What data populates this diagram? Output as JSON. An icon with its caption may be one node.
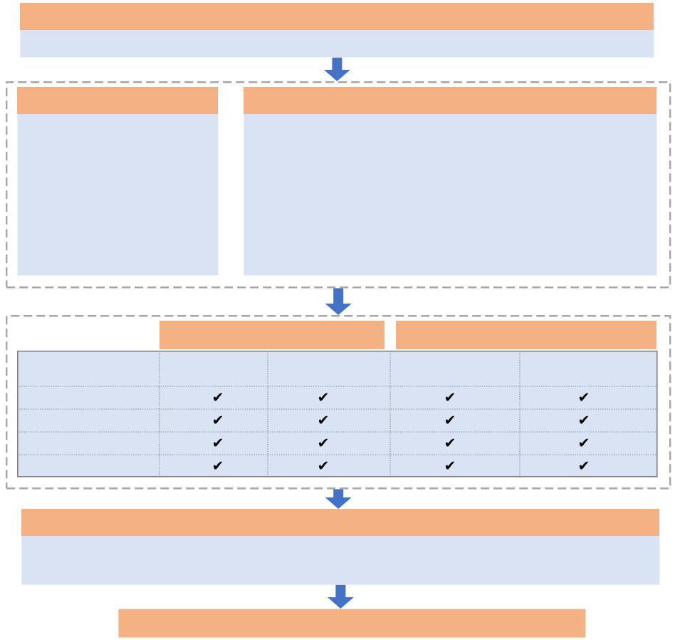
{
  "diagram": {
    "nodes": [
      {
        "text": [],
        "shape": "box"
      },
      {
        "text": [],
        "shape": "box"
      },
      {
        "text": [],
        "shape": "box",
        "in": 1
      },
      {
        "text": [],
        "shape": "box",
        "in": 1
      },
      {
        "text": [],
        "shape": "box"
      },
      {
        "text": [],
        "shape": "box",
        "in": 4
      },
      {
        "text": [],
        "shape": "box"
      },
      {
        "text": [],
        "shape": "box"
      }
    ],
    "edges": [
      {
        "from": 0,
        "to": 1,
        "arrow": "to"
      },
      {
        "from": 1,
        "to": 4,
        "arrow": "to"
      },
      {
        "from": 4,
        "to": 6,
        "arrow": "to"
      },
      {
        "from": 6,
        "to": 7,
        "arrow": "to"
      }
    ],
    "labels": [
      "✔",
      "✔",
      "✔",
      "✔",
      "✔",
      "✔",
      "✔",
      "✔",
      "✔",
      "✔",
      "✔",
      "✔",
      "✔",
      "✔",
      "✔",
      "✔"
    ]
  }
}
